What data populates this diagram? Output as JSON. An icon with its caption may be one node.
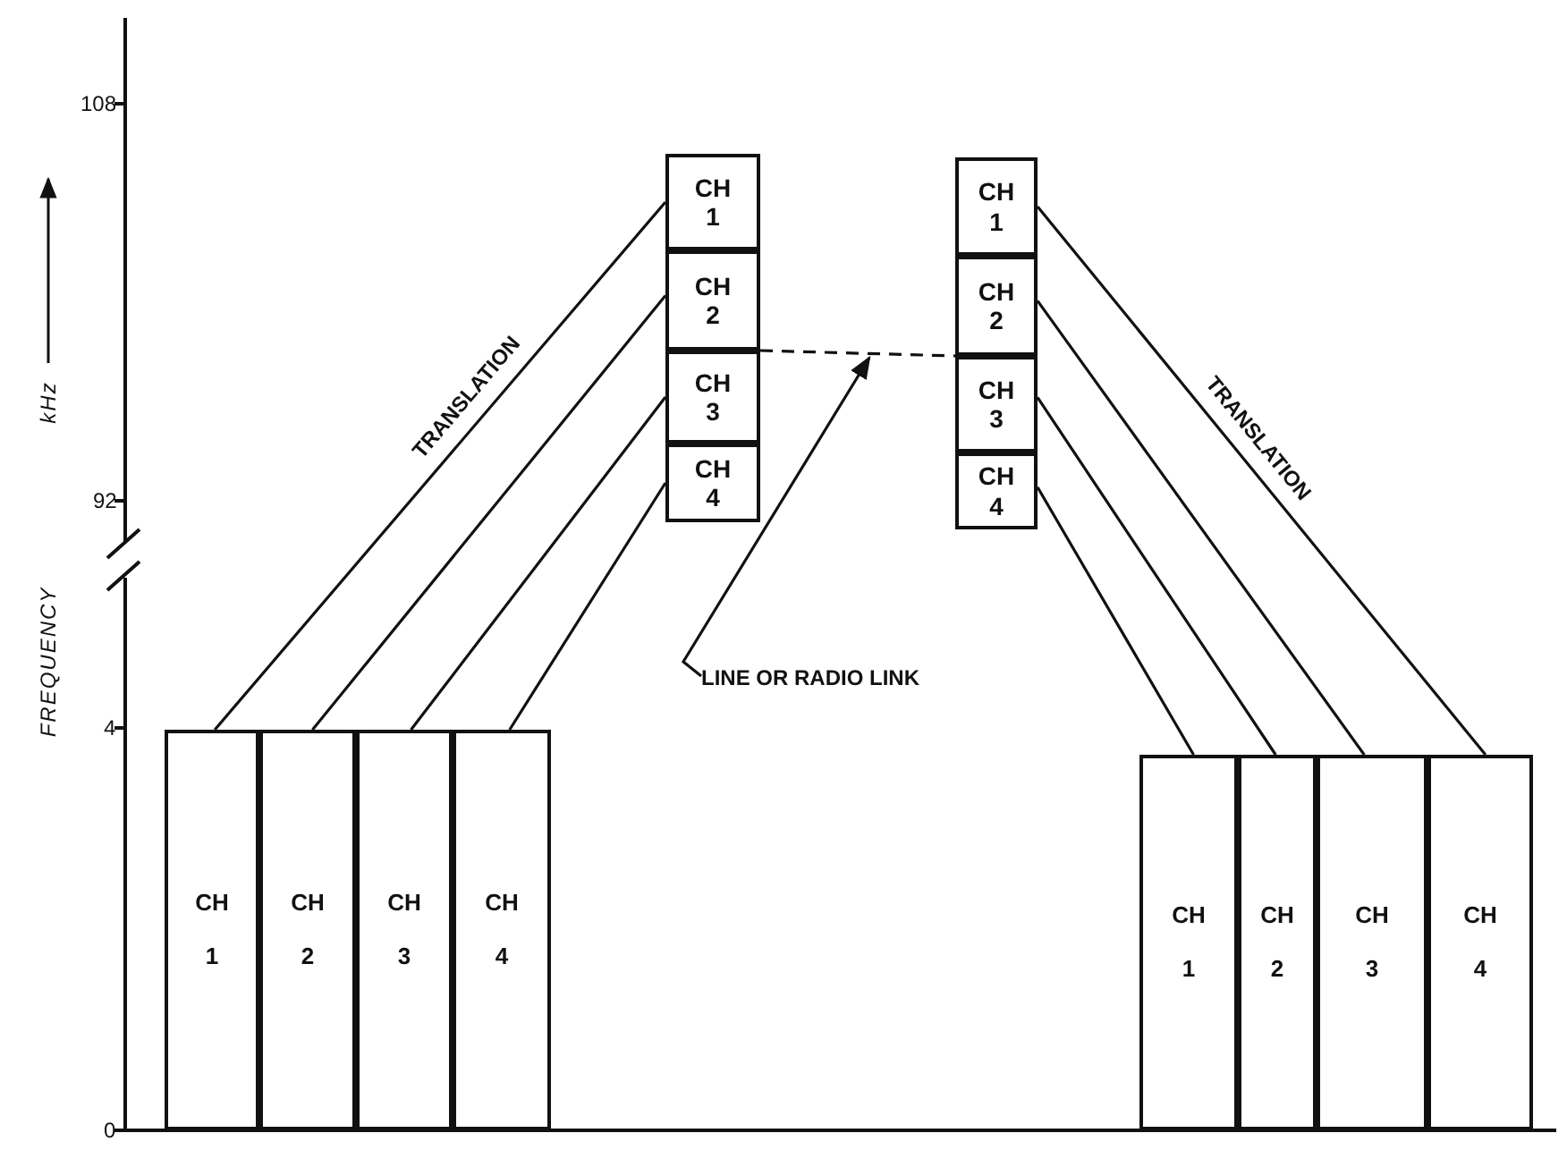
{
  "diagram": {
    "nodes": [
      {
        "text": [
          "CH 1"
        ]
      },
      {
        "text": [
          "CH 2"
        ]
      },
      {
        "text": [
          "CH 3"
        ]
      },
      {
        "text": [
          "CH 4"
        ]
      },
      {
        "text": [
          "CH 1"
        ]
      },
      {
        "text": [
          "CH 2"
        ]
      },
      {
        "text": [
          "CH 3"
        ]
      },
      {
        "text": [
          "CH 4"
        ]
      },
      {
        "text": [
          "CH 1"
        ]
      },
      {
        "text": [
          "CH 2"
        ]
      },
      {
        "text": [
          "CH 3"
        ]
      },
      {
        "text": [
          "CH 4"
        ]
      },
      {
        "text": [
          "CH 1"
        ]
      },
      {
        "text": [
          "CH 2"
        ]
      },
      {
        "text": [
          "CH 3"
        ]
      },
      {
        "text": [
          "CH 4"
        ]
      },
      {
        "text": [
          "LINE OR RADIO LINK"
        ]
      }
    ],
    "edges": [
      {
        "from": 0,
        "to": 4,
        "arrow": "none",
        "label": "TRANSLATION"
      },
      {
        "from": 1,
        "to": 5,
        "arrow": "none"
      },
      {
        "from": 2,
        "to": 6,
        "arrow": "none"
      },
      {
        "from": 3,
        "to": 7,
        "arrow": "none"
      },
      {
        "from": 8,
        "to": 15,
        "arrow": "none",
        "label": "TRANSLATION"
      },
      {
        "from": 9,
        "to": 14,
        "arrow": "none"
      },
      {
        "from": 10,
        "to": 13,
        "arrow": "none"
      },
      {
        "from": 11,
        "to": 12,
        "arrow": "none"
      },
      {
        "from": 5,
        "to": 9,
        "arrow": "none",
        "style": "dashed"
      },
      {
        "from": 16,
        "to": null,
        "arrow": "to"
      }
    ],
    "labels": [
      "108",
      "92",
      "4",
      "0",
      "FREQUENCY",
      "kHz"
    ]
  }
}
